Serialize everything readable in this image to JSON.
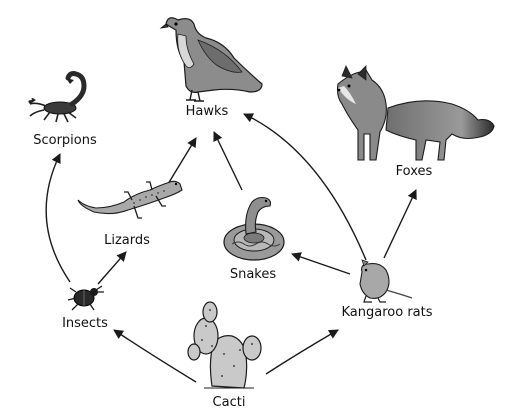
{
  "diagram": {
    "organisms": {
      "hawks": "Hawks",
      "scorpions": "Scorpions",
      "foxes": "Foxes",
      "lizards": "Lizards",
      "snakes": "Snakes",
      "insects": "Insects",
      "kangaroo_rats": "Kangaroo rats",
      "cacti": "Cacti"
    },
    "links": [
      {
        "from": "Cacti",
        "to": "Insects"
      },
      {
        "from": "Cacti",
        "to": "Kangaroo rats"
      },
      {
        "from": "Insects",
        "to": "Scorpions"
      },
      {
        "from": "Insects",
        "to": "Lizards"
      },
      {
        "from": "Lizards",
        "to": "Hawks"
      },
      {
        "from": "Snakes",
        "to": "Hawks"
      },
      {
        "from": "Kangaroo rats",
        "to": "Hawks"
      },
      {
        "from": "Kangaroo rats",
        "to": "Snakes"
      },
      {
        "from": "Kangaroo rats",
        "to": "Foxes"
      }
    ]
  }
}
